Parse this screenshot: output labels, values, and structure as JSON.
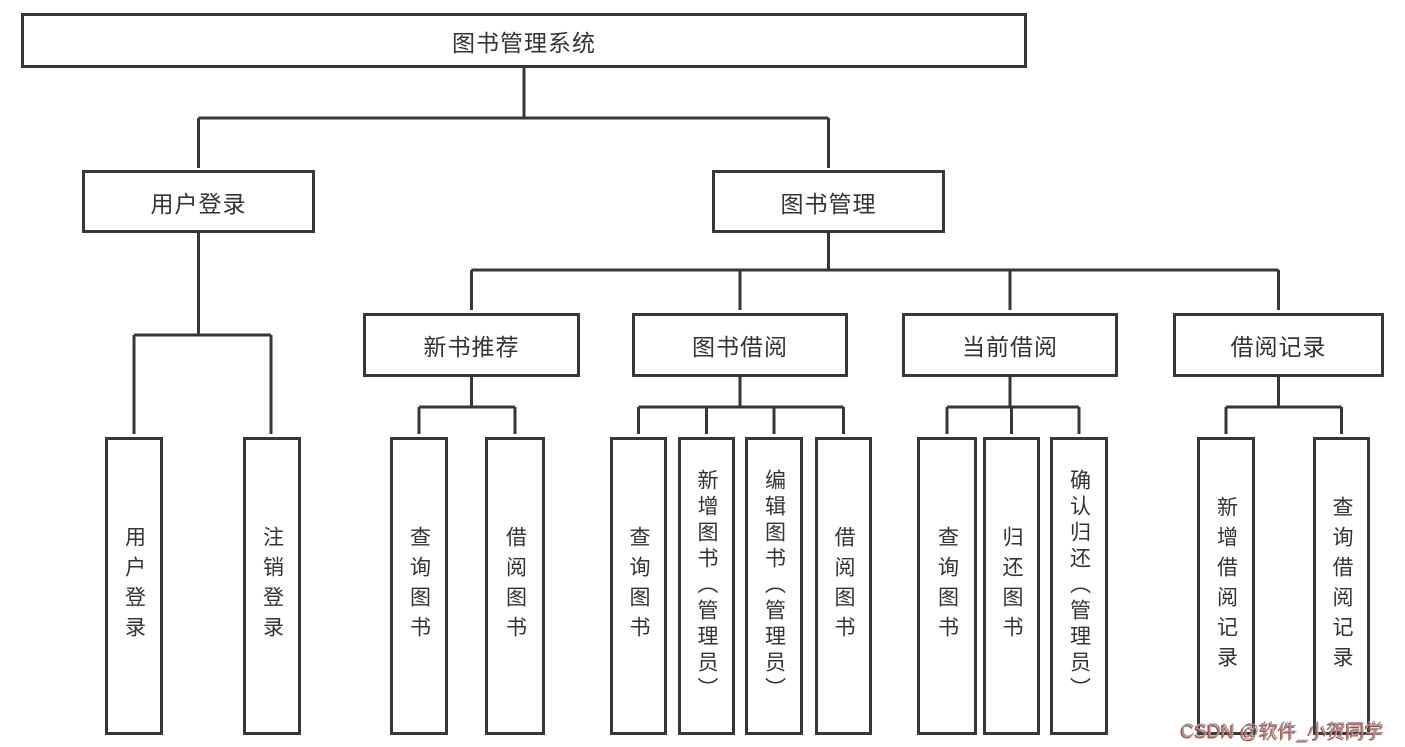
{
  "diagram": {
    "root": "图书管理系统",
    "branches": {
      "user_login": "用户登录",
      "book_management": "图书管理"
    },
    "modules": {
      "new_book_recommend": "新书推荐",
      "book_borrowing": "图书借阅",
      "current_borrowing": "当前借阅",
      "borrowing_records": "借阅记录"
    },
    "leaves": {
      "user_login": "用户登录",
      "logout": "注销登录",
      "recommend_query_books": "查询图书",
      "recommend_borrow_books": "借阅图书",
      "borrowing_query_books": "查询图书",
      "borrowing_add_books": "新增图书（管理员）",
      "borrowing_edit_books": "编辑图书（管理员）",
      "borrowing_borrow_books": "借阅图书",
      "current_query_books": "查询图书",
      "current_return_books": "归还图书",
      "current_confirm_return": "确认归还（管理员）",
      "records_add_record": "新增借阅记录",
      "records_query_record": "查询借阅记录"
    }
  },
  "watermark": "CSDN @软件_小贺同学",
  "colors": {
    "background": "#ffffff",
    "line": "#373737",
    "text": "#333333",
    "watermark_gray": "#9b9b9b",
    "watermark_red": "#b24848"
  }
}
